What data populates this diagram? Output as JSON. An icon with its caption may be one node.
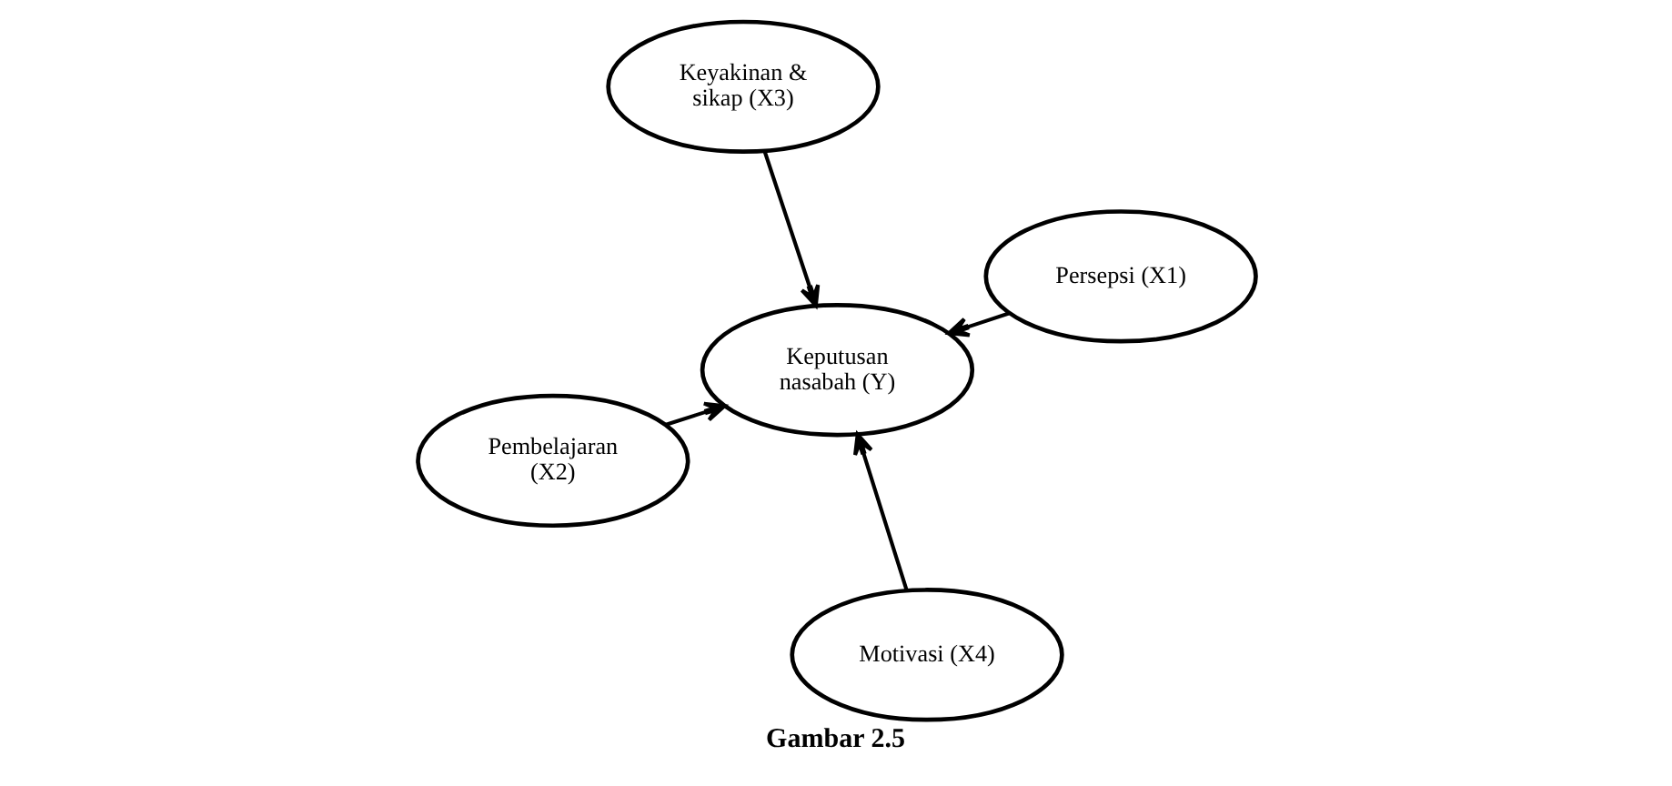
{
  "diagram": {
    "caption": "Gambar 2.5",
    "nodes": [
      {
        "text": [
          "Persepsi (X1)"
        ]
      },
      {
        "text": [
          "Motivasi (X4)"
        ]
      },
      {
        "text": [
          "Keputusan nasabah (Y)"
        ]
      },
      {
        "text": [
          "Pembelajaran (X2)"
        ]
      },
      {
        "text": [
          "Keyakinan & sikap (X3)"
        ]
      }
    ],
    "edges": [
      {
        "from": 0,
        "to": 2,
        "arrow": "to"
      },
      {
        "from": 1,
        "to": 2,
        "arrow": "to"
      },
      {
        "from": 3,
        "to": 2,
        "arrow": "to"
      },
      {
        "from": 4,
        "to": 2,
        "arrow": "to"
      }
    ]
  }
}
